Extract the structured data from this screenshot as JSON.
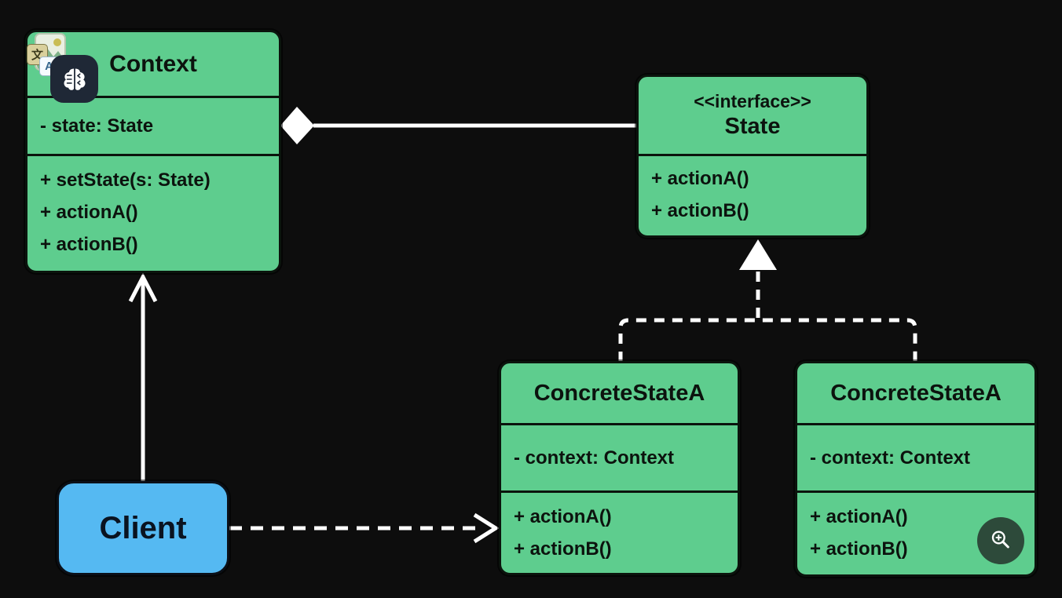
{
  "diagram_type": "uml-class-diagram-state-pattern",
  "classes": {
    "context": {
      "title": "Context",
      "attributes": [
        "- state: State"
      ],
      "methods": [
        "+ setState(s: State)",
        "+ actionA()",
        "+ actionB()"
      ]
    },
    "state": {
      "stereotype": "<<interface>>",
      "title": "State",
      "methods": [
        "+ actionA()",
        "+ actionB()"
      ]
    },
    "concrete_state_left": {
      "title": "ConcreteStateA",
      "attributes": [
        "- context: Context"
      ],
      "methods": [
        "+ actionA()",
        "+ actionB()"
      ]
    },
    "concrete_state_right": {
      "title": "ConcreteStateA",
      "attributes": [
        "- context: Context"
      ],
      "methods": [
        "+ actionA()",
        "+ actionB()"
      ]
    },
    "client": {
      "title": "Client"
    }
  },
  "relationships": [
    {
      "from": "Context",
      "to": "State",
      "type": "aggregation",
      "style": "solid-line-white-diamond"
    },
    {
      "from": "ConcreteStateA (left)",
      "to": "State",
      "type": "realization",
      "style": "dashed-line-hollow-triangle"
    },
    {
      "from": "ConcreteStateA (right)",
      "to": "State",
      "type": "realization",
      "style": "dashed-line-hollow-triangle"
    },
    {
      "from": "Client",
      "to": "Context",
      "type": "association",
      "style": "solid-line-open-arrow"
    },
    {
      "from": "Client",
      "to": "ConcreteStateA (left)",
      "type": "dependency",
      "style": "dashed-line-open-arrow"
    }
  ],
  "icons": {
    "photo_icon": "photo-thumbnail",
    "translate_icon_primary_glyph": "文",
    "translate_icon_secondary_glyph": "A",
    "brain_icon": "brain-app-badge",
    "zoom_icon": "magnifier-plus"
  },
  "colors": {
    "node_fill": "#5ecd8e",
    "client_fill": "#55b9f2",
    "background": "#0d0d0d",
    "connector": "#ffffff",
    "badge_bg": "#1f2836",
    "zoom_button_bg": "#2d4a3a"
  }
}
